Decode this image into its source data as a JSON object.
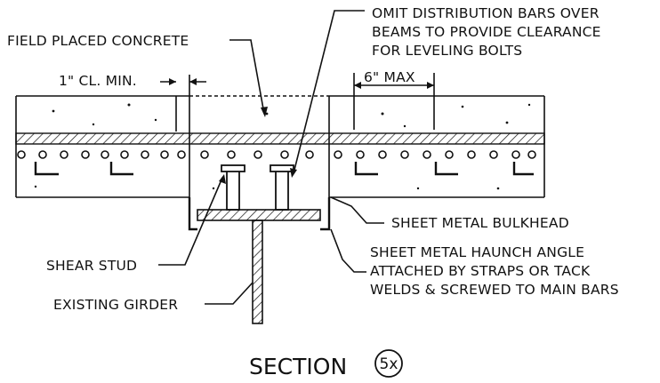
{
  "labels": {
    "field_concrete": "FIELD PLACED CONCRETE",
    "omit_bars_1": "OMIT DISTRIBUTION BARS OVER",
    "omit_bars_2": "BEAMS TO PROVIDE CLEARANCE",
    "omit_bars_3": "FOR LEVELING BOLTS",
    "clear_min": "1\" CL. MIN.",
    "six_max": "6\" MAX",
    "bulkhead": "SHEET METAL BULKHEAD",
    "haunch_1": "SHEET METAL HAUNCH ANGLE",
    "haunch_2": "ATTACHED BY STRAPS OR TACK",
    "haunch_3": "WELDS & SCREWED TO MAIN BARS",
    "shear_stud": "SHEAR STUD",
    "girder": "EXISTING GIRDER"
  },
  "section": {
    "title": "SECTION",
    "tag": "5x"
  },
  "colors": {
    "ink": "#111111",
    "paper": "#ffffff"
  }
}
